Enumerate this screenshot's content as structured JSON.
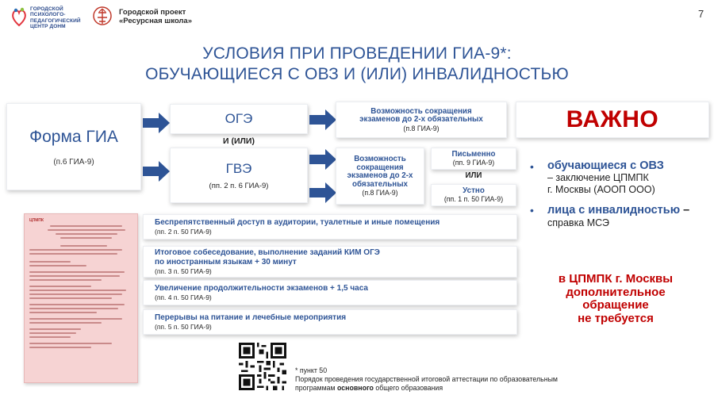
{
  "header": {
    "org_lines": [
      "Городской",
      "психолого-",
      "педагогический",
      "центр ДОНМ"
    ],
    "project_line1": "Городской проект",
    "project_line2": "«Ресурсная школа»",
    "page_number": "7"
  },
  "title": {
    "line1": "УСЛОВИЯ ПРИ ПРОВЕДЕНИИ ГИА-9*:",
    "line2": "ОБУЧАЮЩИЕСЯ С ОВЗ И (ИЛИ) ИНВАЛИДНОСТЬЮ"
  },
  "forma": {
    "title": "Форма ГИА",
    "ref": "(п.6 ГИА-9)"
  },
  "oge": {
    "title": "ОГЭ"
  },
  "and_or": "И (ИЛИ)",
  "gve": {
    "title": "ГВЭ",
    "ref": "(пп. 2 п. 6 ГИА-9)"
  },
  "reduce1": {
    "line1": "Возможность сокращения",
    "line2": "экзаменов до 2-х обязательных",
    "ref": "(п.8 ГИА-9)"
  },
  "reduce2": {
    "line1": "Возможность",
    "line2": "сокращения",
    "line3": "экзаменов до 2-х",
    "line4": "обязательных",
    "ref": "(п.8 ГИА-9)"
  },
  "written": {
    "title": "Письменно",
    "ref": "(пп. 9 ГИА-9)"
  },
  "or": "ИЛИ",
  "oral": {
    "title": "Устно",
    "ref": "(пп. 1 п. 50 ГИА-9)"
  },
  "important": {
    "title": "ВАЖНО",
    "bullets": [
      {
        "strong": "обучающиеся с ОВЗ",
        "dash": "",
        "rest_line1": "– заключение ЦПМПК",
        "rest_line2": "г. Москвы (АООП ООО)"
      },
      {
        "strong": "лица с инвалидностью",
        "dash": " –",
        "rest_line1": "справка МСЭ",
        "rest_line2": ""
      }
    ],
    "note_line1": "в ЦПМПК г. Москвы",
    "note_line2": "дополнительное",
    "note_line3": "обращение",
    "note_line4": "не требуется"
  },
  "rows": [
    {
      "title": "Беспрепятственный доступ в аудитории, туалетные и иные помещения",
      "title2": "",
      "ref": "(пп. 2 п. 50 ГИА-9)"
    },
    {
      "title": "Итоговое собеседование, выполнение заданий КИМ ОГЭ",
      "title2": "по иностранным языкам + 30 минут",
      "ref": "(пп. 3 п. 50 ГИА-9)"
    },
    {
      "title": "Увеличение продолжительности экзаменов + 1,5 часа",
      "title2": "",
      "ref": "(пп. 4 п. 50 ГИА-9)"
    },
    {
      "title": "Перерывы на питание и лечебные мероприятия",
      "title2": "",
      "ref": "(пп. 5 п. 50 ГИА-9)"
    }
  ],
  "document": {
    "logo": "ЦПМПК"
  },
  "footnote": {
    "line1": "* пункт 50",
    "line2": "Порядок проведения государственной итоговой аттестации по образовательным",
    "line3_pre": "программам ",
    "line3_bold": "основного",
    "line3_post": " общего образования"
  },
  "colors": {
    "accent": "#2e5496",
    "important": "#c00000",
    "doc_bg": "#f6d3d3"
  }
}
